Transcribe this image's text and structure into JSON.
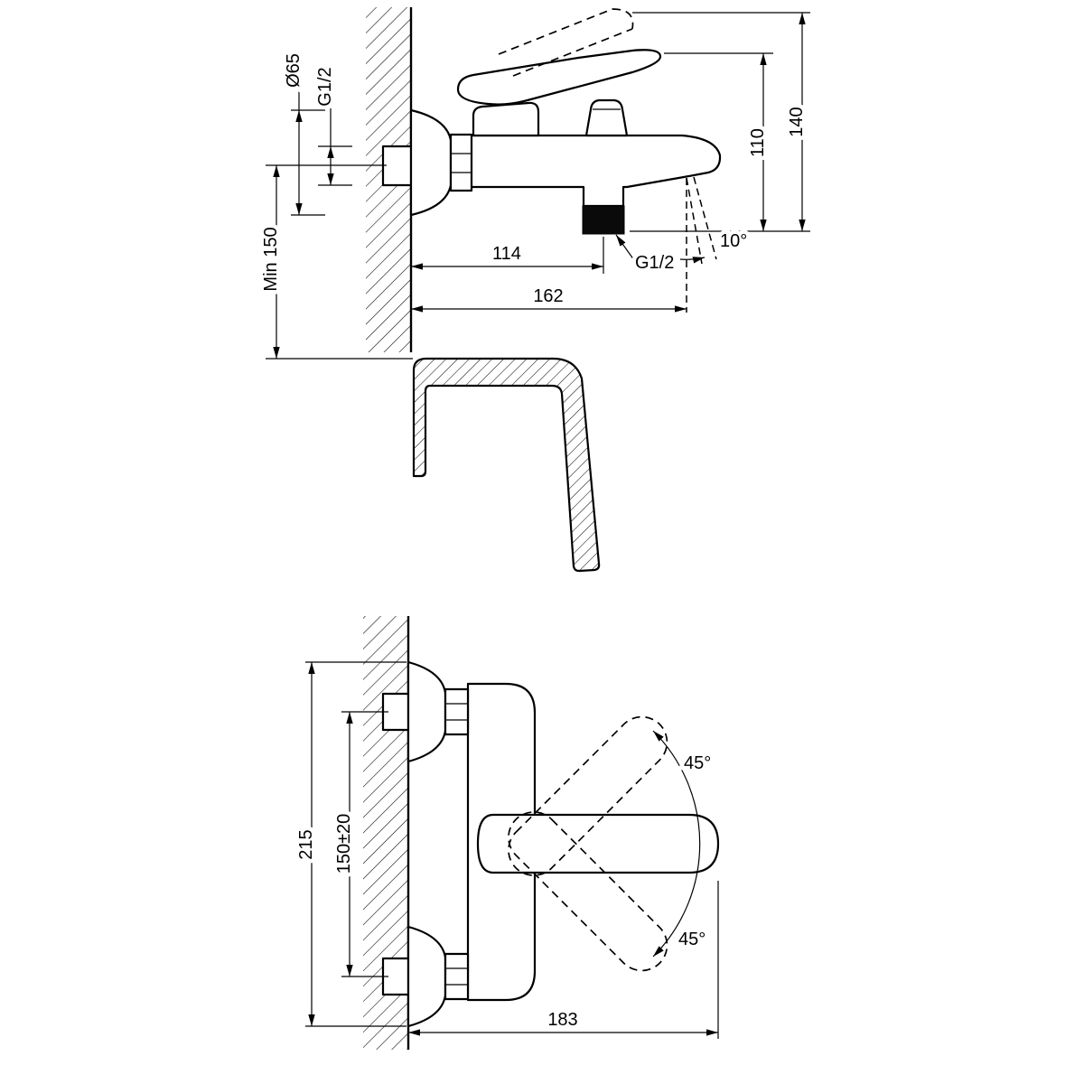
{
  "page": {
    "background": "#ffffff",
    "line_color": "#000000"
  },
  "drawing": {
    "side_view": {
      "escutcheon_diameter": "Ø65",
      "inlet_thread": "G1/2",
      "min_height": "Min 150",
      "spout_center_projection": "114",
      "total_projection": "162",
      "outlet_thread": "G1/2",
      "stream_angle": "10°",
      "height_body": "110",
      "height_total": "140"
    },
    "front_view": {
      "overall_height": "215",
      "connection_spacing": "150±20",
      "overall_width": "183",
      "swing_up": "45°",
      "swing_down": "45°"
    }
  }
}
